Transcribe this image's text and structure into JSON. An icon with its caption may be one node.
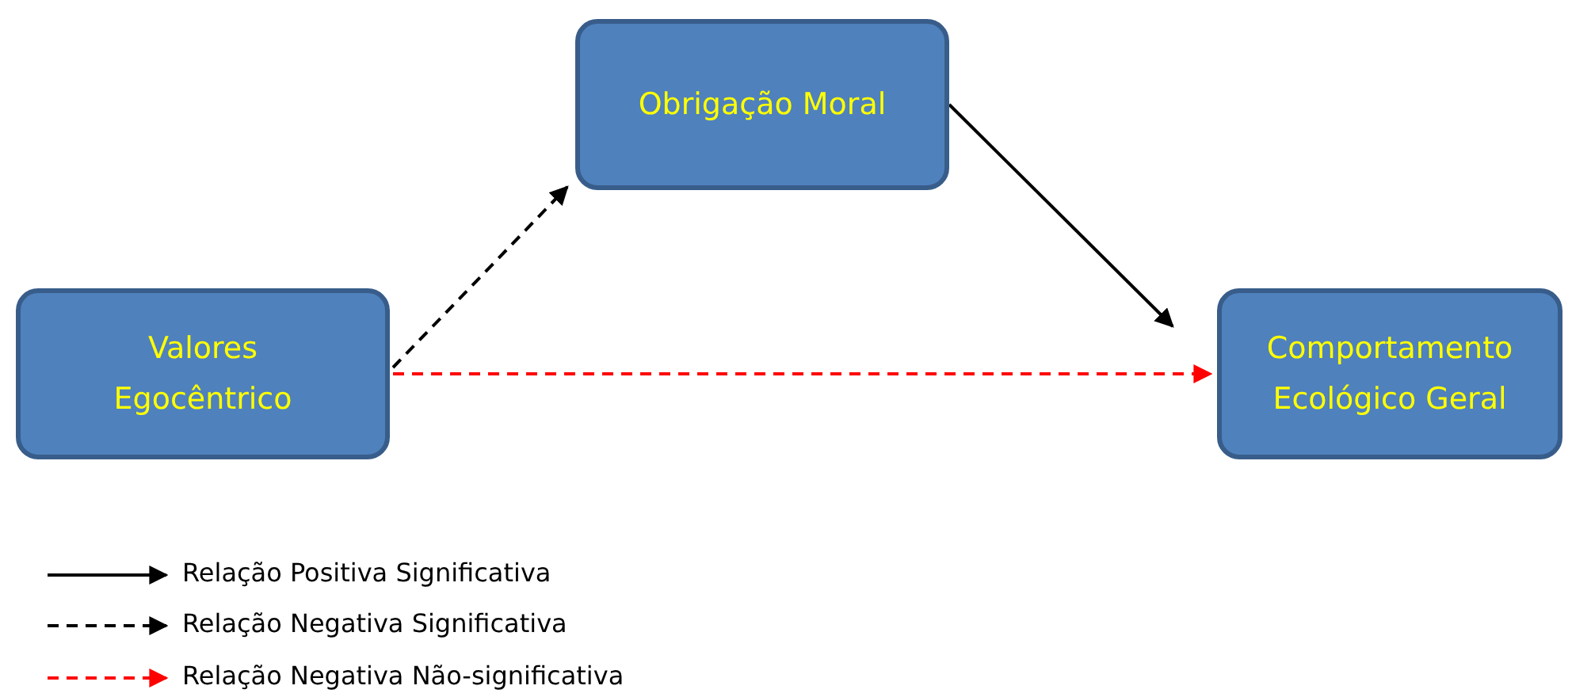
{
  "diagram": {
    "nodes": [
      {
        "text": [
          "Valores Egocêntrico"
        ]
      },
      {
        "text": [
          "Obrigação Moral"
        ]
      },
      {
        "text": [
          "Comportamento Ecológico Geral"
        ]
      }
    ],
    "edges": [
      {
        "from": 0,
        "to": 1,
        "arrow": "to",
        "style": "dashed"
      },
      {
        "from": 1,
        "to": 2,
        "arrow": "to"
      },
      {
        "from": 0,
        "to": 2,
        "arrow": "to",
        "style": "dashed",
        "color": "#ff0000"
      }
    ],
    "legend": [
      {
        "text": "Relação Positiva Significativa"
      },
      {
        "text": "Relação Negativa Significativa"
      },
      {
        "text": "Relação Negativa Não-significativa"
      }
    ]
  }
}
